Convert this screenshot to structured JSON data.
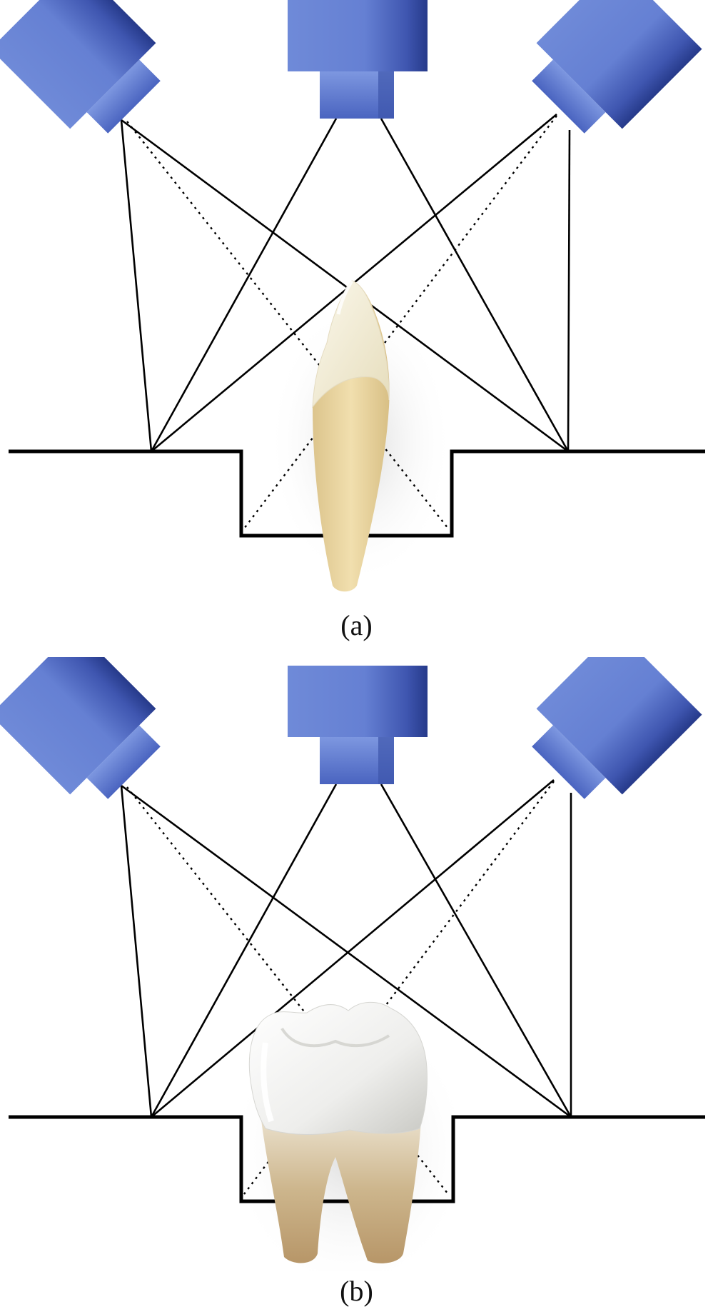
{
  "panels": [
    {
      "label": "(a)",
      "tooth": "incisor"
    },
    {
      "label": "(b)",
      "tooth": "molar"
    }
  ],
  "colors": {
    "camera_light": "#8aa3e3",
    "camera_mid": "#5c78d2",
    "camera_dark": "#2f4398",
    "line": "#000000",
    "incisor_crown": "#f0ead3",
    "incisor_root": "#e8d49f",
    "molar_crown": "#f4f4f2",
    "molar_root": "#c7ad82"
  },
  "icons": [
    "camera-projector-icon",
    "incisor-tooth-icon",
    "molar-tooth-icon"
  ]
}
